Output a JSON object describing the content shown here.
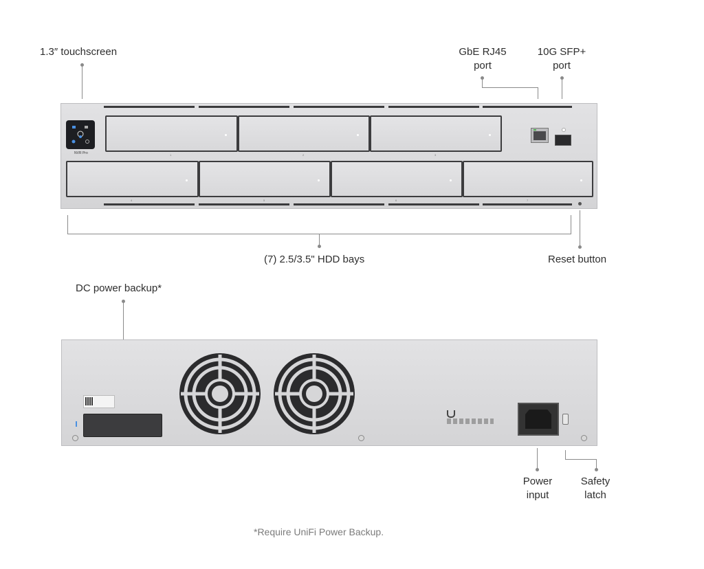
{
  "front": {
    "touchscreen_label": "1.3″ touchscreen",
    "rj45_label_line1": "GbE RJ45",
    "rj45_label_line2": "port",
    "sfp_label_line1": "10G SFP+",
    "sfp_label_line2": "port",
    "hdd_label": "(7) 2.5/3.5\" HDD bays",
    "reset_label": "Reset button",
    "brand_text": "NVR Pro",
    "bay_numbers": [
      "1",
      "2",
      "3",
      "4",
      "5",
      "6",
      "7"
    ]
  },
  "rear": {
    "dc_label": "DC power backup*",
    "power_label_line1": "Power",
    "power_label_line2": "input",
    "latch_label_line1": "Safety",
    "latch_label_line2": "latch"
  },
  "footnote": "*Require UniFi Power Backup.",
  "colors": {
    "chassis": "#d8d8da",
    "bay_border": "#3c3c3e",
    "leader": "#8a8a8a",
    "text": "#2e2e2e",
    "footnote": "#7b7b7b"
  }
}
